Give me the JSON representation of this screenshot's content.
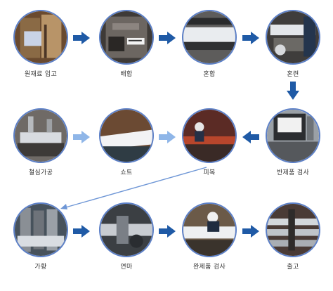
{
  "steps": [
    {
      "id": "raw-material-intake",
      "label": "원재료 입고"
    },
    {
      "id": "compounding",
      "label": "배합"
    },
    {
      "id": "mixing",
      "label": "혼합"
    },
    {
      "id": "kneading",
      "label": "혼련"
    },
    {
      "id": "steel-core-processing",
      "label": "철심가공"
    },
    {
      "id": "shot",
      "label": "쇼트"
    },
    {
      "id": "coating",
      "label": "피복"
    },
    {
      "id": "semi-product-inspection",
      "label": "반제품 검사"
    },
    {
      "id": "vulcanization",
      "label": "가황"
    },
    {
      "id": "grinding",
      "label": "연마"
    },
    {
      "id": "finished-product-inspection",
      "label": "완제품 검사"
    },
    {
      "id": "shipment",
      "label": "출고"
    }
  ],
  "colors": {
    "arrow_dark": "#1f5aa6",
    "arrow_light": "#8fb6e8",
    "circle_border": "#5b7fc7",
    "connector_line": "#6e96d6"
  }
}
